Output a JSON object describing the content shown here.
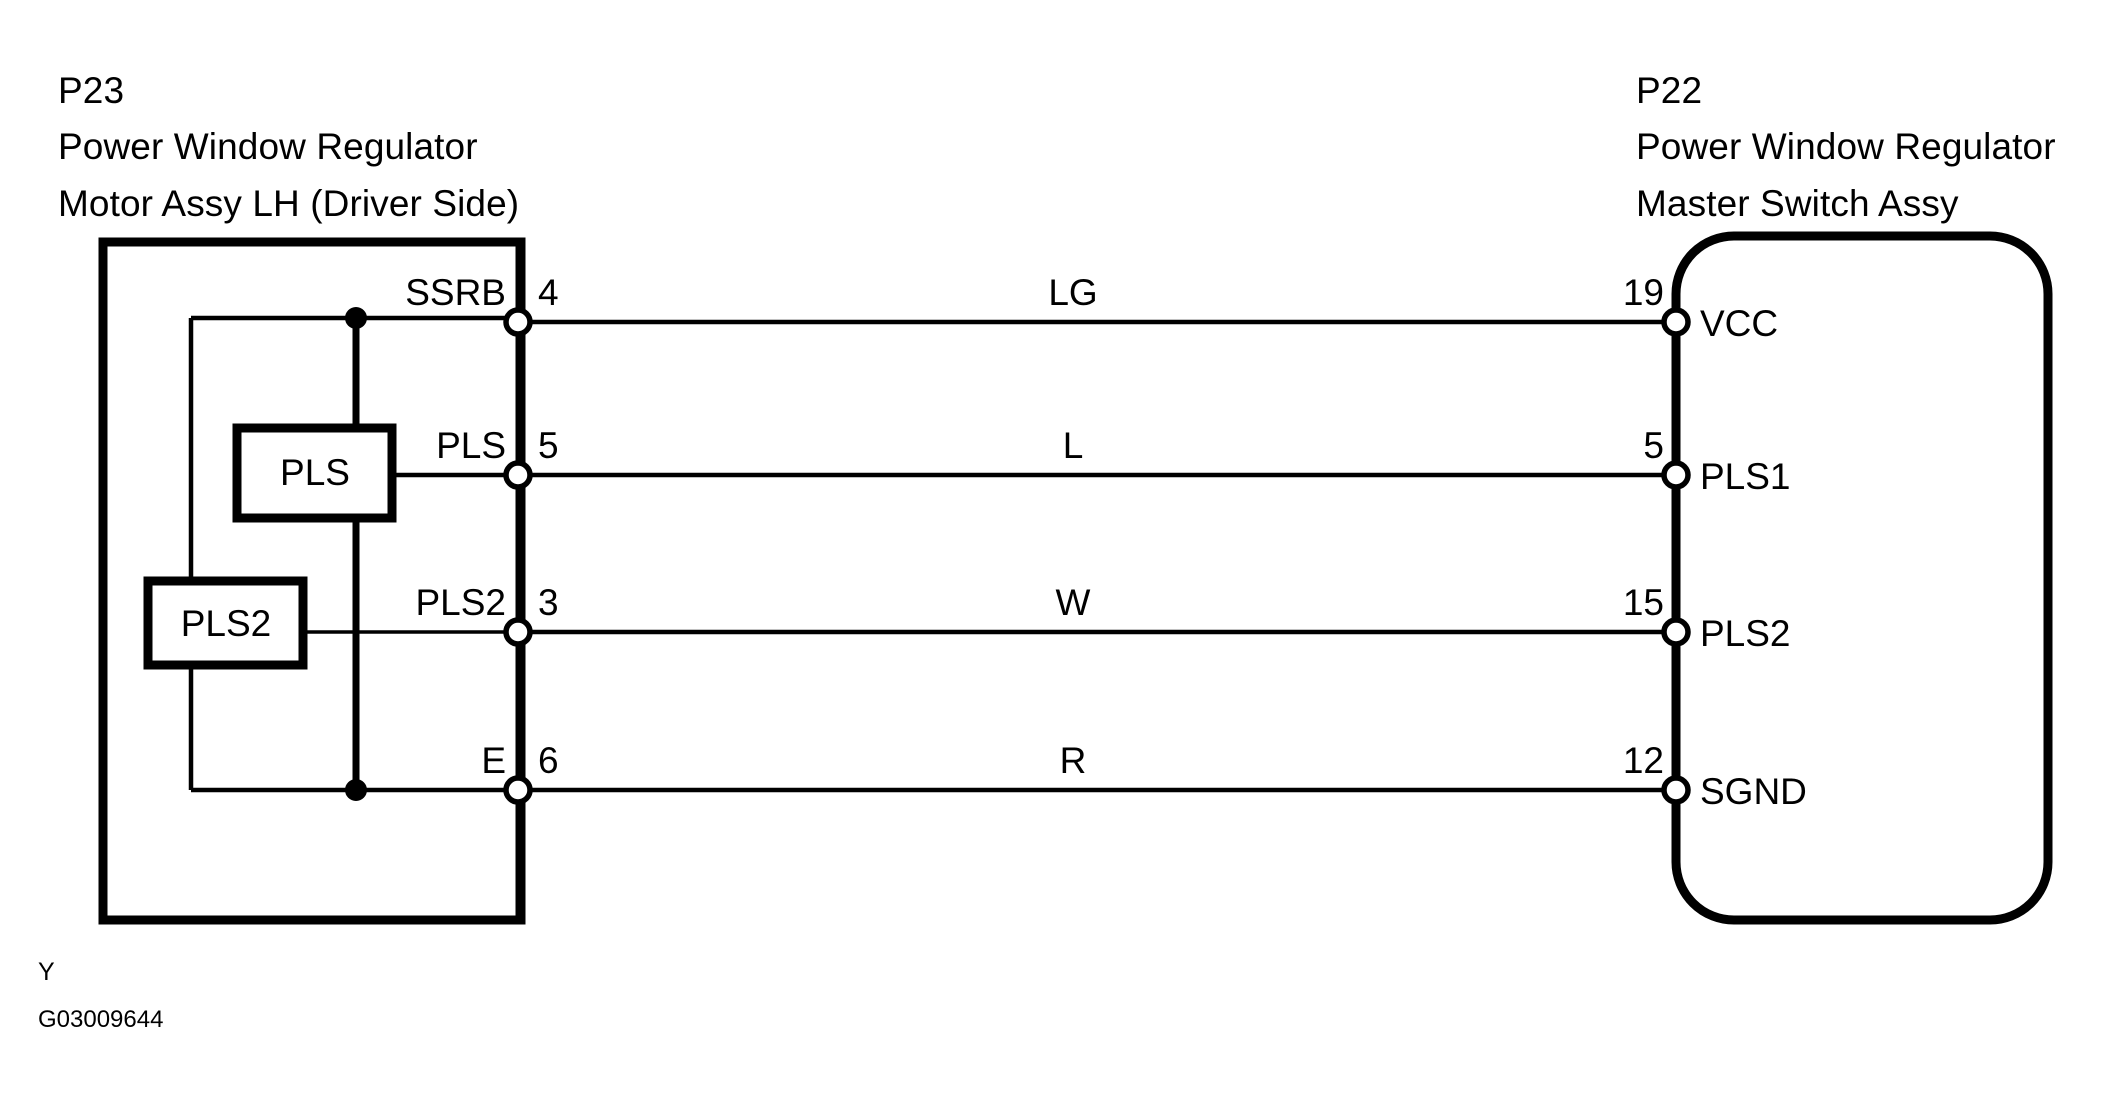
{
  "diagram": {
    "title_code": "G03009644",
    "bottom_marker": "Y",
    "line_color": "#000000",
    "background_color": "#ffffff"
  },
  "left_connector": {
    "ref": "P23",
    "name_line1": "Power Window Regulator",
    "name_line2": "Motor Assy LH (Driver Side)",
    "internal_blocks": [
      {
        "label": "PLS"
      },
      {
        "label": "PLS2"
      }
    ],
    "pins": [
      {
        "signal": "SSRB",
        "number": "4"
      },
      {
        "signal": "PLS",
        "number": "5"
      },
      {
        "signal": "PLS2",
        "number": "3"
      },
      {
        "signal": "E",
        "number": "6"
      }
    ]
  },
  "right_connector": {
    "ref": "P22",
    "name_line1": "Power Window Regulator",
    "name_line2": "Master Switch Assy",
    "pins": [
      {
        "number": "19",
        "signal": "VCC"
      },
      {
        "number": "5",
        "signal": "PLS1"
      },
      {
        "number": "15",
        "signal": "PLS2"
      },
      {
        "number": "12",
        "signal": "SGND"
      }
    ]
  },
  "wires": [
    {
      "color_code": "LG",
      "from_pin": "4",
      "to_pin": "19"
    },
    {
      "color_code": "L",
      "from_pin": "5",
      "to_pin": "5"
    },
    {
      "color_code": "W",
      "from_pin": "3",
      "to_pin": "15"
    },
    {
      "color_code": "R",
      "from_pin": "6",
      "to_pin": "12"
    }
  ]
}
